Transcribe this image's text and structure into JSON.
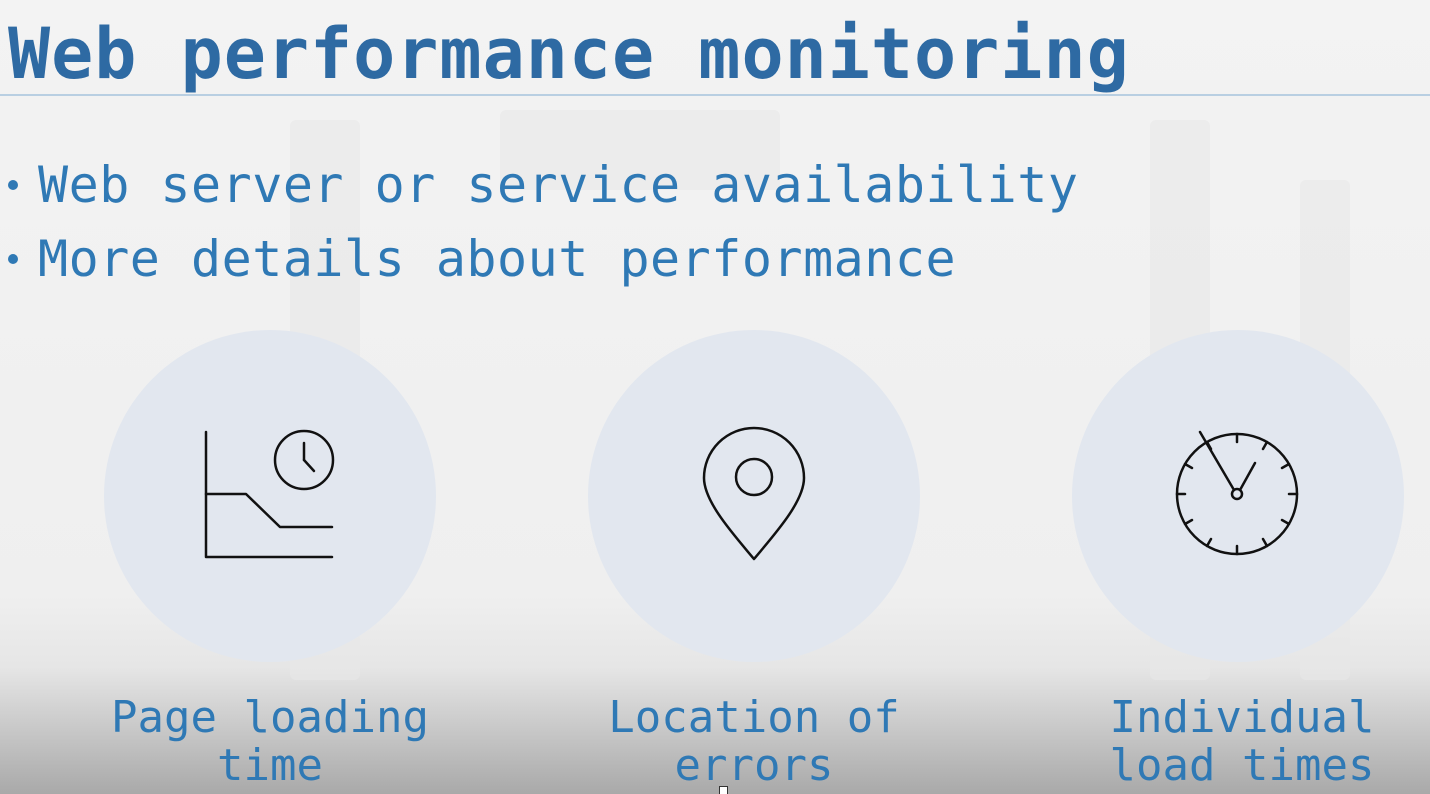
{
  "slide": {
    "title": "Web performance monitoring",
    "bullets": [
      "Web server or service availability",
      "More details about performance"
    ],
    "features": [
      {
        "icon": "chart-clock-icon",
        "line1": "Page loading",
        "line2": "time"
      },
      {
        "icon": "location-pin-icon",
        "line1": "Location of",
        "line2": "errors"
      },
      {
        "icon": "stopwatch-icon",
        "line1": "Individual",
        "line2": "load times"
      }
    ]
  },
  "colors": {
    "title": "#2e6aa3",
    "text": "#2f79b5",
    "circle": "#e2e7ef",
    "icon_stroke": "#111111"
  }
}
